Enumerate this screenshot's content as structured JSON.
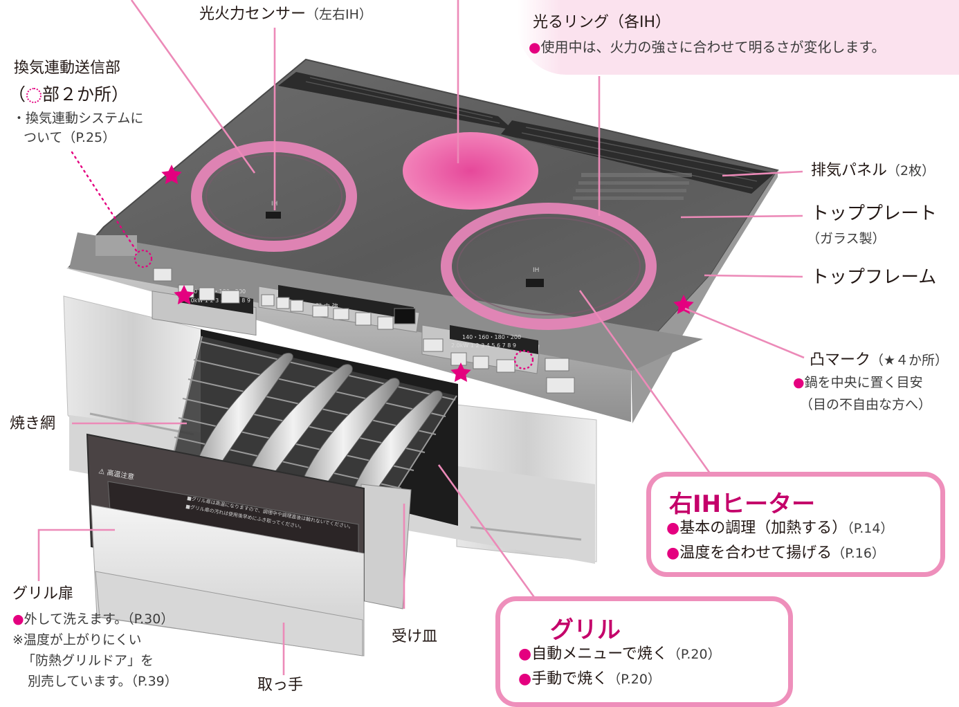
{
  "colors": {
    "accent_pink": "#e4007f",
    "leader_pink": "#ec8ab8",
    "glow_pink": "#fbe2ee",
    "heading_magenta": "#c4006a",
    "text_dark": "#231815",
    "top_plate_gray": "#5e5e5e"
  },
  "labels": {
    "light_sensor": {
      "title": "光火力センサー",
      "note": "（左右IH）"
    },
    "light_ring": {
      "title": "光るリング（各IH）",
      "desc": "●使用中は、火力の強さに合わせて明るさが変化します。"
    },
    "vent_link": {
      "title": "換気連動送信部",
      "paren_open": "（",
      "paren_rest": "部２か所）",
      "note1": "・換気連動システムに",
      "note2": "ついて（P.25）"
    },
    "exhaust_panel": {
      "title": "排気パネル",
      "note": "（2枚）"
    },
    "top_plate": {
      "title": "トッププレート",
      "note": "（ガラス製）"
    },
    "top_frame": {
      "title": "トップフレーム"
    },
    "convex_mark": {
      "title": "凸マーク",
      "note": "（★４か所）",
      "desc1": "●鍋を中央に置く目安",
      "desc2": "（目の不自由な方へ）"
    },
    "grill_net": {
      "title": "焼き網"
    },
    "grill_door": {
      "title": "グリル扉",
      "desc1": "●外して洗えます。（P.30）",
      "desc2": "※温度が上がりにくい",
      "desc3": "「防熱グリルドア」を",
      "desc4": "別売しています。（P.39）"
    },
    "drip_tray": {
      "title": "受け皿"
    },
    "handle": {
      "title": "取っ手"
    }
  },
  "right_ih_box": {
    "heading": "右IHヒーター",
    "item1": {
      "text": "●基本の調理（加熱する）",
      "page": "（P.14）"
    },
    "item2": {
      "text": "●温度を合わせて揚げる",
      "page": "（P.16）"
    }
  },
  "grill_box": {
    "heading": "グリル",
    "item1": {
      "text": "●自動メニューで焼く",
      "page": "（P.20）"
    },
    "item2": {
      "text": "●手動で焼く",
      "page": "（P.20）"
    }
  },
  "appliance_print": {
    "ih_mark": "IH",
    "left_temps": "140・160・180・200",
    "right_temps": "140・160・180・200",
    "left_digits": "2.0kW 1 2 3 4 5 6 7 8 9",
    "right_digits": "2.0kW 1 2 3 4 5 6 7 8 9",
    "grill_display": "弱 中 強",
    "warning": "⚠ 高温注意",
    "door_text1": "■グリル扉は高温になりますので、調理中や調理直後は触れないでください。",
    "door_text2": "■グリル扉の汚れは使用後早めにふき取ってください。"
  }
}
